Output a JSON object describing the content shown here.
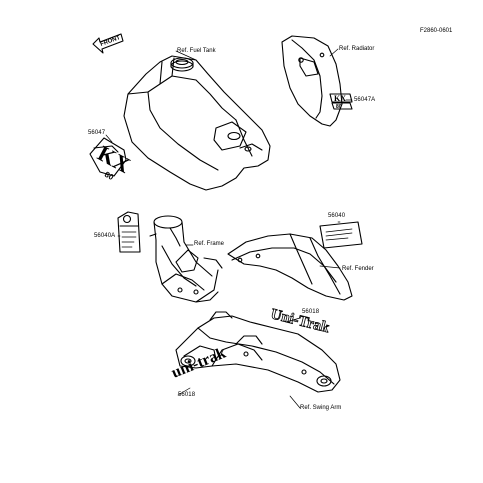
{
  "diagram_code": "F2860-0601",
  "front_arrow_text": "FRONT",
  "references": {
    "fuel_tank": "Ref. Fuel Tank",
    "radiator": "Ref. Radiator",
    "frame": "Ref. Frame",
    "fender": "Ref. Fender",
    "swing_arm": "Ref. Swing Arm"
  },
  "parts": {
    "p56047": "56047",
    "p56047A": "56047A",
    "p56040A": "56040A",
    "p56040": "56040",
    "p56018_top": "56018",
    "p56018_bottom": "56018"
  },
  "decals": {
    "kx": "KX",
    "kx_num": "80",
    "radiator_kx": "KX",
    "radiator_num": "80",
    "swingarm_top": "Uni-Trak",
    "swingarm_side": "uni-trak"
  }
}
